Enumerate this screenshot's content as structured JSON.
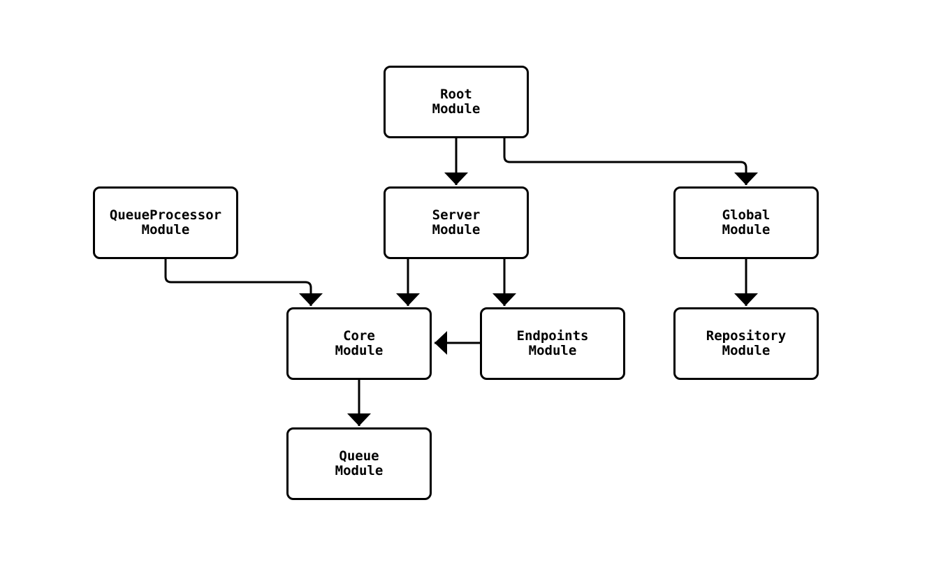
{
  "diagram": {
    "type": "flowchart",
    "background_color": "#ffffff",
    "node_fill_color": "#ffffff",
    "node_border_color": "#000000",
    "edge_color": "#000000",
    "text_color": "#000000",
    "nodes": [
      {
        "id": "root-module",
        "label": "Root\nModule"
      },
      {
        "id": "server-module",
        "label": "Server\nModule"
      },
      {
        "id": "queueprocessor-module",
        "label": "QueueProcessor\nModule"
      },
      {
        "id": "global-module",
        "label": "Global\nModule"
      },
      {
        "id": "core-module",
        "label": "Core\nModule"
      },
      {
        "id": "endpoints-module",
        "label": "Endpoints\nModule"
      },
      {
        "id": "repository-module",
        "label": "Repository\nModule"
      },
      {
        "id": "queue-module",
        "label": "Queue\nModule"
      }
    ],
    "edges": [
      {
        "from": "root-module",
        "to": "server-module"
      },
      {
        "from": "root-module",
        "to": "global-module"
      },
      {
        "from": "queueprocessor-module",
        "to": "core-module"
      },
      {
        "from": "server-module",
        "to": "core-module"
      },
      {
        "from": "server-module",
        "to": "endpoints-module"
      },
      {
        "from": "endpoints-module",
        "to": "core-module"
      },
      {
        "from": "global-module",
        "to": "repository-module"
      },
      {
        "from": "core-module",
        "to": "queue-module"
      }
    ]
  }
}
